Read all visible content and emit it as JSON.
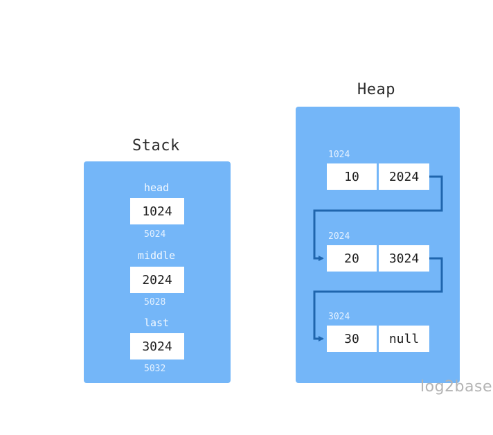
{
  "stack": {
    "title": "Stack",
    "variables": [
      {
        "name": "head",
        "value": "1024",
        "address": "5024"
      },
      {
        "name": "middle",
        "value": "2024",
        "address": "5028"
      },
      {
        "name": "last",
        "value": "3024",
        "address": "5032"
      }
    ]
  },
  "heap": {
    "title": "Heap",
    "nodes": [
      {
        "address": "1024",
        "data": "10",
        "next": "2024"
      },
      {
        "address": "2024",
        "data": "20",
        "next": "3024"
      },
      {
        "address": "3024",
        "data": "30",
        "next": "null"
      }
    ]
  },
  "watermark": "log2base",
  "colors": {
    "panel": "#74b6f8",
    "arrow": "#1f65ad",
    "cell": "#ffffff"
  }
}
